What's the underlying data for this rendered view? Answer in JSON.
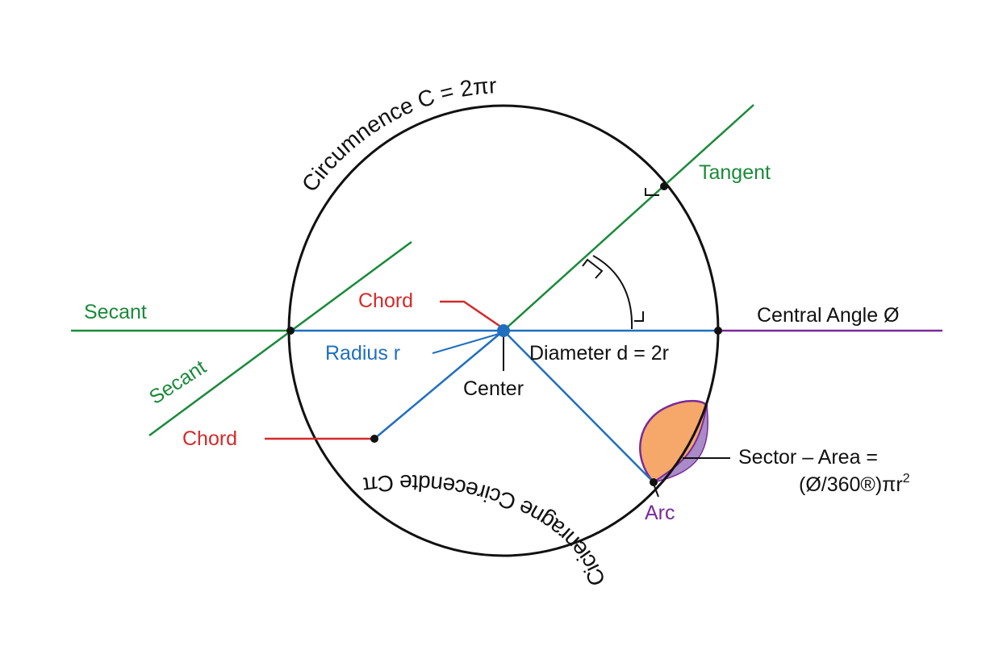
{
  "colors": {
    "circle": "#111111",
    "secant": "#1a8a3a",
    "tangent": "#1a8a3a",
    "radius": "#1f6fbf",
    "chord": "#d42a2a",
    "arc": "#7a2a9a",
    "sector_fill": "#f5a86a",
    "segment_fill": "#a98cc7",
    "text": "#111111"
  },
  "labels": {
    "circumference_top": "Circumnence C = 2πr",
    "circumference_bottom": "Cicienragne Ccirecendte Cπ",
    "tangent": "Tangent",
    "secant_horizontal": "Secant",
    "secant_diagonal": "Secant",
    "chord_upper": "Chord",
    "chord_lower": "Chord",
    "radius": "Radius r",
    "center": "Center",
    "diameter": "Diameter d = 2r",
    "central_angle": "Central Angle Ø",
    "sector_line1": "Sector – Area =",
    "sector_line2_main": "(Ø/360®)πr",
    "sector_line2_sup": "2",
    "arc": "Arc"
  }
}
